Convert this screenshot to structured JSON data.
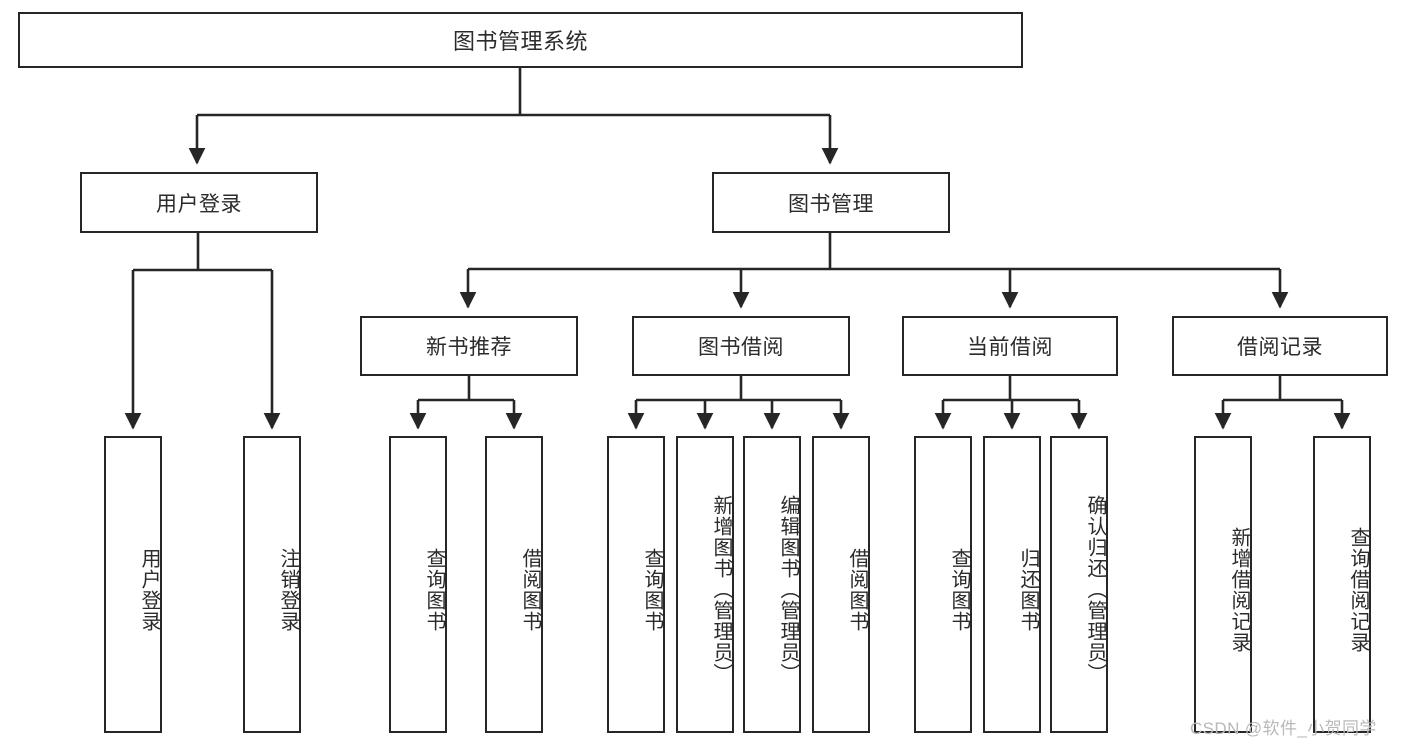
{
  "diagram": {
    "type": "tree-hierarchy-diagram",
    "title": "图书管理系统",
    "root": {
      "id": "root",
      "label": "图书管理系统",
      "orientation": "horizontal"
    },
    "level2": [
      {
        "id": "user-login",
        "label": "用户登录",
        "orientation": "horizontal"
      },
      {
        "id": "book-management",
        "label": "图书管理",
        "orientation": "horizontal"
      }
    ],
    "level3": [
      {
        "id": "new-book-recommend",
        "label": "新书推荐",
        "orientation": "horizontal",
        "parent": "book-management"
      },
      {
        "id": "book-borrow",
        "label": "图书借阅",
        "orientation": "horizontal",
        "parent": "book-management"
      },
      {
        "id": "current-borrow",
        "label": "当前借阅",
        "orientation": "horizontal",
        "parent": "book-management"
      },
      {
        "id": "borrow-record",
        "label": "借阅记录",
        "orientation": "horizontal",
        "parent": "book-management"
      }
    ],
    "leaves": [
      {
        "id": "leaf-user-login",
        "label": "用户登录",
        "parent": "user-login",
        "orientation": "vertical"
      },
      {
        "id": "leaf-user-logout",
        "label": "注销登录",
        "parent": "user-login",
        "orientation": "vertical"
      },
      {
        "id": "leaf-query-book-1",
        "label": "查询图书",
        "parent": "new-book-recommend",
        "orientation": "vertical"
      },
      {
        "id": "leaf-borrow-book-1",
        "label": "借阅图书",
        "parent": "new-book-recommend",
        "orientation": "vertical"
      },
      {
        "id": "leaf-query-book-2",
        "label": "查询图书",
        "parent": "book-borrow",
        "orientation": "vertical"
      },
      {
        "id": "leaf-add-book",
        "label": "新增图书（管理员）",
        "parent": "book-borrow",
        "orientation": "vertical"
      },
      {
        "id": "leaf-edit-book",
        "label": "编辑图书（管理员）",
        "parent": "book-borrow",
        "orientation": "vertical"
      },
      {
        "id": "leaf-borrow-book-2",
        "label": "借阅图书",
        "parent": "book-borrow",
        "orientation": "vertical"
      },
      {
        "id": "leaf-query-book-3",
        "label": "查询图书",
        "parent": "current-borrow",
        "orientation": "vertical"
      },
      {
        "id": "leaf-return-book",
        "label": "归还图书",
        "parent": "current-borrow",
        "orientation": "vertical"
      },
      {
        "id": "leaf-confirm-return",
        "label": "确认归还（管理员）",
        "parent": "current-borrow",
        "orientation": "vertical"
      },
      {
        "id": "leaf-add-record",
        "label": "新增借阅记录",
        "parent": "borrow-record",
        "orientation": "vertical"
      },
      {
        "id": "leaf-query-record",
        "label": "查询借阅记录",
        "parent": "borrow-record",
        "orientation": "vertical"
      }
    ],
    "colors": {
      "box_border": "#262626",
      "box_fill": "#ffffff",
      "text": "#2b2b2b",
      "edge": "#262626",
      "watermark": "#b9b9b9",
      "background": "#ffffff"
    }
  },
  "watermark": {
    "text": "CSDN @软件_小贺同学"
  }
}
